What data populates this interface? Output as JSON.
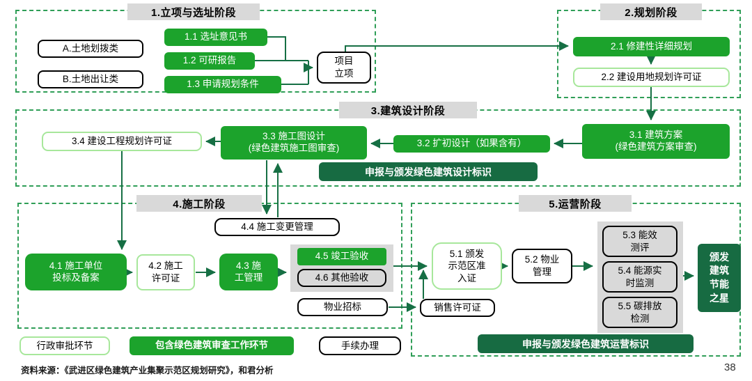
{
  "colors": {
    "bright_green": "#1ca32c",
    "dark_green": "#176b42",
    "light_green_border": "#a7e79b",
    "dashed_border_green": "#2f9e57",
    "arrow_green": "#166f44",
    "gray_fill": "#d9d9d9"
  },
  "stage1": {
    "title": "1.立项与选址阶段",
    "land_allocation": "A.土地划拨类",
    "land_transfer": "B.土地出让类",
    "s11": "1.1 选址意见书",
    "s12": "1.2 可研报告",
    "s13": "1.3 申请规划条件",
    "project_approval": [
      "项目",
      "立项"
    ]
  },
  "stage2": {
    "title": "2.规划阶段",
    "s21": "2.1 修建性详细规划",
    "s22": "2.2 建设用地规划许可证"
  },
  "stage3": {
    "title": "3.建筑设计阶段",
    "s31": [
      "3.1 建筑方案",
      "(绿色建筑方案审查)"
    ],
    "s32": "3.2 扩初设计（如果含有）",
    "s33": [
      "3.3 施工图设计",
      "(绿色建筑施工图审查)"
    ],
    "s34": "3.4 建设工程规划许可证",
    "banner": "申报与颁发绿色建筑设计标识"
  },
  "stage4": {
    "title": "4.施工阶段",
    "s41": [
      "4.1 施工单位",
      "投标及备案"
    ],
    "s42": [
      "4.2 施工",
      "许可证"
    ],
    "s43": [
      "4.3 施",
      "工管理"
    ],
    "s44": "4.4 施工变更管理",
    "s45": "4.5 竣工验收",
    "s46": "4.6 其他验收",
    "property_bidding": "物业招标"
  },
  "stage5": {
    "title": "5.运营阶段",
    "s51": [
      "5.1 颁发",
      "示范区准",
      "入证"
    ],
    "s52": [
      "5.2 物业",
      "管理"
    ],
    "s53": [
      "5.3 能效",
      "测评"
    ],
    "s54": [
      "5.4 能源实",
      "时监测"
    ],
    "s55": [
      "5.5 碳排放",
      "检测"
    ],
    "sales_permit": "销售许可证",
    "star": [
      "颁发",
      "建筑",
      "节能",
      "之星"
    ],
    "banner": "申报与颁发绿色建筑运营标识"
  },
  "legend": {
    "admin": "行政审批环节",
    "green_review": "包含绿色建筑审查工作环节",
    "procedure": "手续办理"
  },
  "footer": {
    "source": "资料来源：《武进区绿色建筑产业集聚示范区规划研究》，和君分析",
    "page_number": "38"
  }
}
